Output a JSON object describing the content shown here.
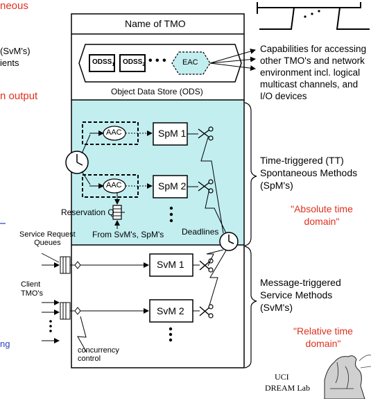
{
  "left_fragments": {
    "line1": "neous",
    "line2": "(SvM's)",
    "line3": "ients",
    "line4": "n output",
    "line5": "ng"
  },
  "tmo": {
    "name": "Name of TMO",
    "odss1": "ODSS",
    "odss1_sub": "1",
    "odss2": "ODSS",
    "odss2_sub": "2",
    "ellipsis": "• • •",
    "eac": "EAC",
    "ods_caption": "Object Data Store (ODS)",
    "aac1": "AAC",
    "aac2": "AAC",
    "spm1": "SpM 1",
    "spm2": "SpM 2",
    "svm1": "SvM 1",
    "svm2": "SvM 2",
    "reservation": "Reservation Q",
    "from": "From  SvM's, SpM's",
    "deadlines": "Deadlines",
    "concurrency": "concurrency\ncontrol"
  },
  "left_labels": {
    "service_request": "Service Request\nQueues",
    "client_tmos": "Client\nTMO's"
  },
  "right_labels": {
    "capabilities": "Capabilities for accessing\nother TMO's and network\nenvironment incl. logical\nmulticast channels, and\nI/O devices",
    "tt": "Time-triggered (TT)\nSpontaneous Methods\n(SpM's)",
    "absolute": "\"Absolute time\ndomain\"",
    "mt": "Message-triggered\nService Methods\n(SvM's)",
    "relative": "\"Relative time\ndomain\""
  },
  "footer": {
    "line1": "UCI",
    "line2": "DREAM Lab"
  },
  "colors": {
    "cyan": "#c2eef0",
    "red": "#e0301e",
    "blue": "#2f3fbf"
  }
}
